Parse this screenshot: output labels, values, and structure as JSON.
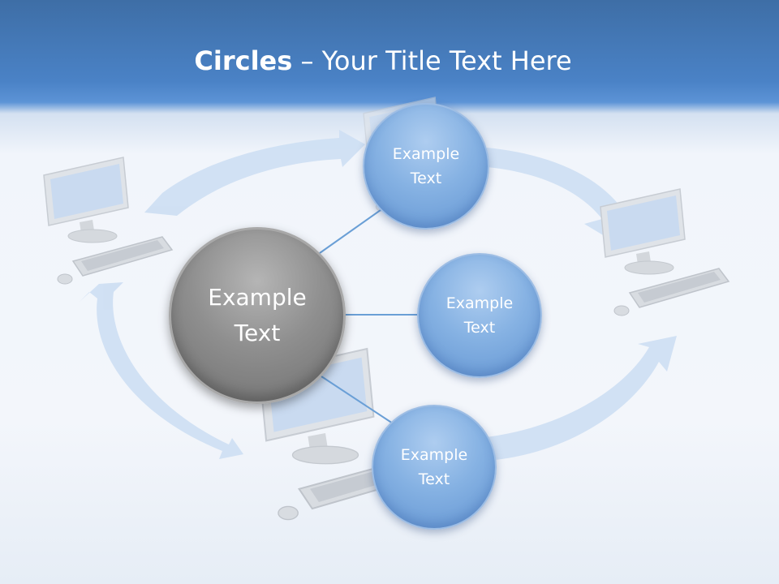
{
  "title": {
    "bold": "Circles",
    "rest": " – Your Title Text Here"
  },
  "central_node": {
    "text": "Example Text",
    "color": "#8a8a8a"
  },
  "nodes": [
    {
      "text": "Example Text",
      "color": "#7ea9de"
    },
    {
      "text": "Example Text",
      "color": "#7ea9de"
    },
    {
      "text": "Example Text",
      "color": "#7ea9de"
    }
  ],
  "icons": [
    "computer-icon",
    "computer-icon",
    "computer-icon",
    "computer-icon"
  ],
  "colors": {
    "header": "#4a82c6",
    "connector": "#6a9fd6",
    "arrow": "#cfdff3"
  }
}
